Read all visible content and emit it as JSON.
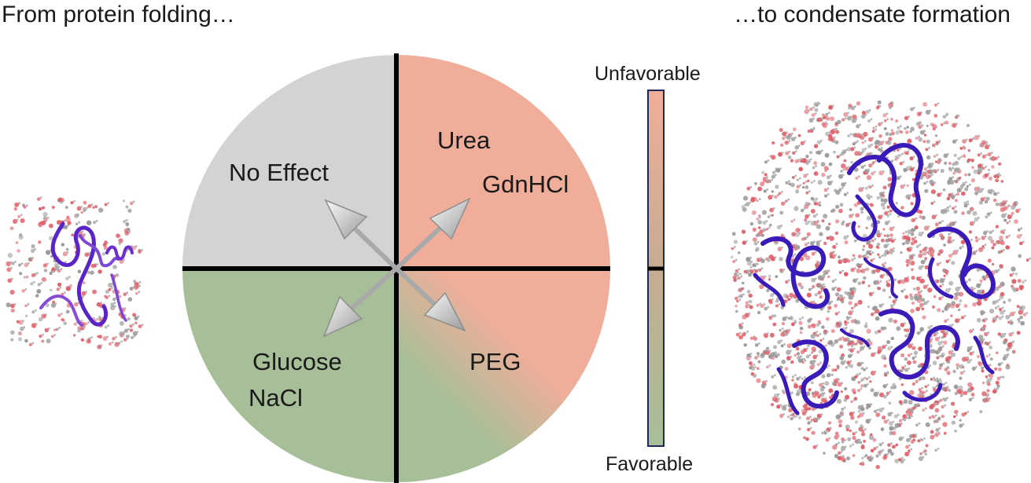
{
  "headers": {
    "left": "From protein folding…",
    "right": "…to condensate formation"
  },
  "quadrants": {
    "top_left": [
      "No Effect"
    ],
    "top_right": [
      "Urea",
      "GdnHCl"
    ],
    "bottom_left": [
      "Glucose",
      "NaCl"
    ],
    "bottom_right": [
      "PEG"
    ]
  },
  "scale": {
    "top_label": "Unfavorable",
    "bottom_label": "Favorable"
  },
  "colors": {
    "unfavorable": "#f0ae9a",
    "favorable": "#a6bf98",
    "no_effect": "#d4d2d4",
    "protein": "#4b1fc4",
    "protein_light": "#8a4ad8",
    "water_o": "#e0606a",
    "water_h": "#9a9a9a"
  },
  "icons": {
    "left_molecule": "protein-monomer-illustration",
    "right_molecule": "protein-condensate-illustration"
  }
}
